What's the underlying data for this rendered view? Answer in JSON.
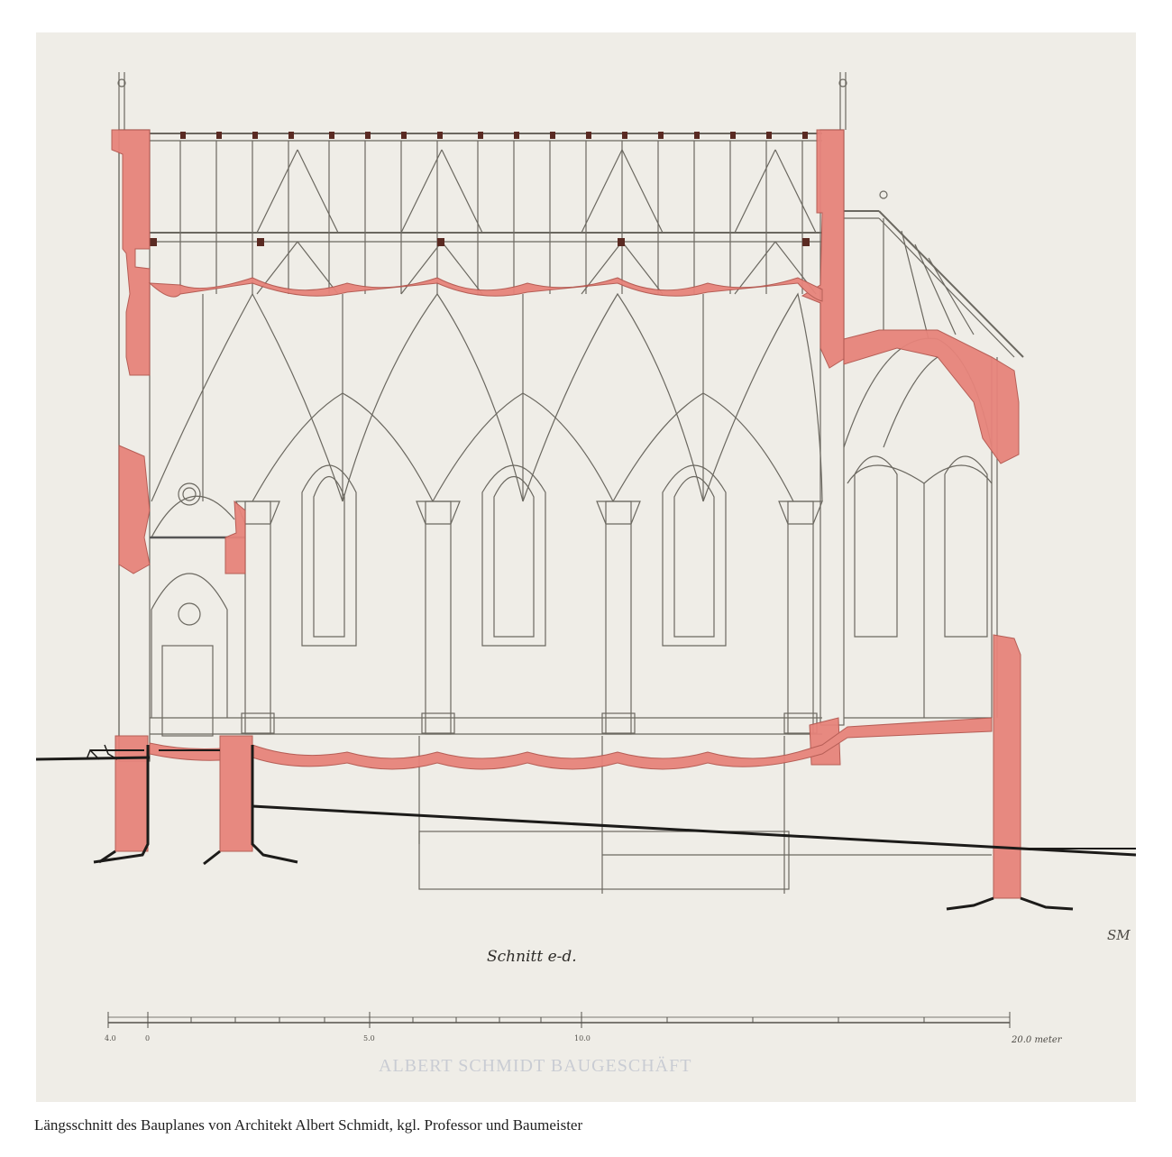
{
  "drawing": {
    "section_label": "Schnitt e-d.",
    "scale_ticks": [
      "4.0",
      "0",
      "5.0",
      "10.0"
    ],
    "scale_end_label": "20.0 meter",
    "monogram": "SM",
    "watermark": "ALBERT SCHMIDT BAUGESCHÄFT"
  },
  "caption": "Längsschnitt des Bauplanes von Architekt Albert Schmidt, kgl. Professor und Baumeister",
  "colors": {
    "paper": "#efede7",
    "masonry": "#e7847b",
    "ink": "#5a5852",
    "ground": "#1c1b19"
  }
}
